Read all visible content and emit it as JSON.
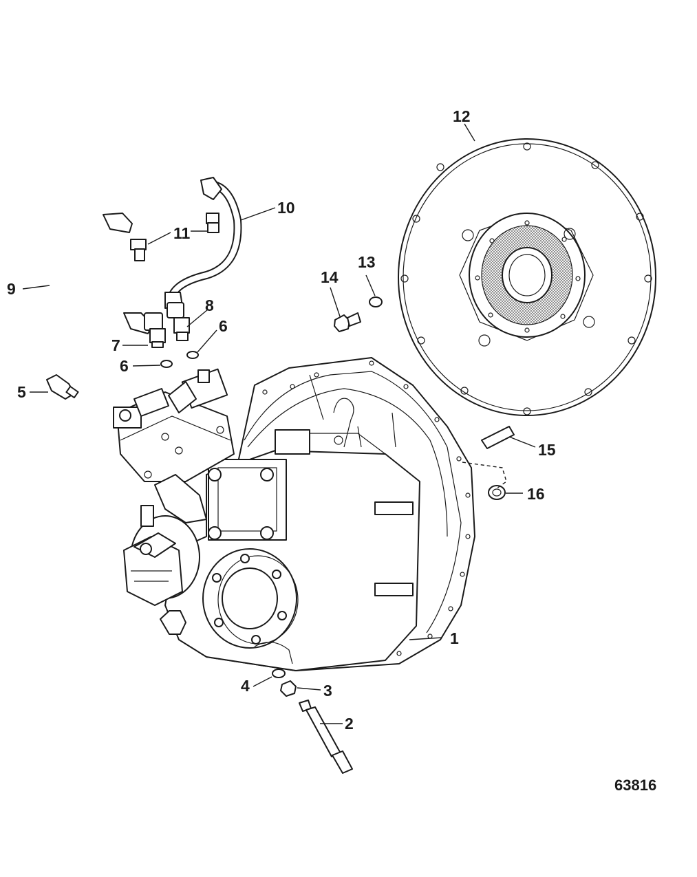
{
  "callouts": [
    {
      "id": "c1",
      "label": "1"
    },
    {
      "id": "c2",
      "label": "2"
    },
    {
      "id": "c3",
      "label": "3"
    },
    {
      "id": "c4",
      "label": "4"
    },
    {
      "id": "c5",
      "label": "5"
    },
    {
      "id": "c6a",
      "label": "6"
    },
    {
      "id": "c6b",
      "label": "6"
    },
    {
      "id": "c7",
      "label": "7"
    },
    {
      "id": "c8",
      "label": "8"
    },
    {
      "id": "c9",
      "label": "9"
    },
    {
      "id": "c10",
      "label": "10"
    },
    {
      "id": "c11",
      "label": "11"
    },
    {
      "id": "c12",
      "label": "12"
    },
    {
      "id": "c13",
      "label": "13"
    },
    {
      "id": "c14",
      "label": "14"
    },
    {
      "id": "c15",
      "label": "15"
    },
    {
      "id": "c16",
      "label": "16"
    }
  ],
  "figure_number": "63816",
  "colors": {
    "line": "#1a1a1a",
    "background": "#ffffff"
  }
}
